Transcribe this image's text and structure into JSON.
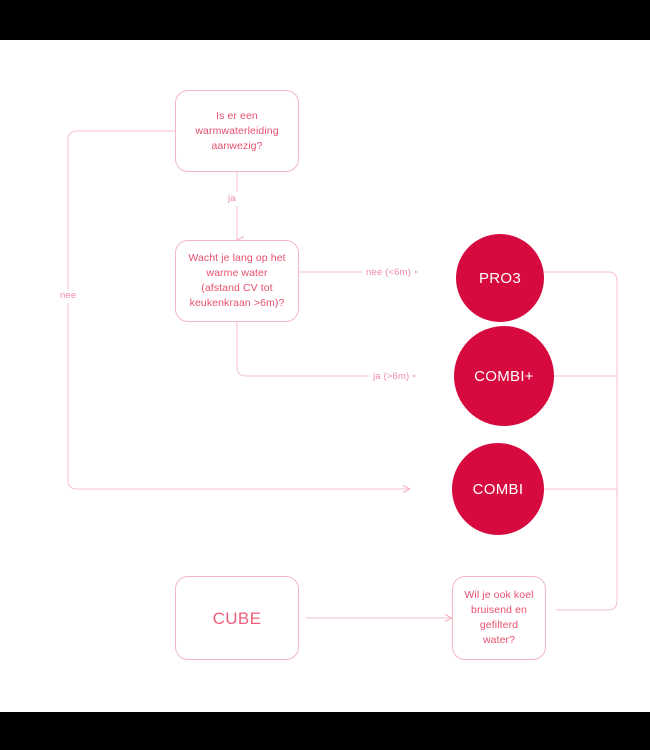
{
  "canvas": {
    "background": "#ffffff",
    "letterbox_color": "#000000",
    "line_color": "#f6c2cd",
    "box_border_color": "#f4b8c4",
    "box_text_color": "#e8506f",
    "circle_fill_color": "#d60a3f",
    "circle_text_color": "#ffffff",
    "label_color": "#f08ba1"
  },
  "nodes": {
    "question_hot_water_line": {
      "kind": "box",
      "text": "Is er een warmwaterleiding aanwezig?",
      "lines": [
        "Is er een",
        "warmwaterleiding",
        "aanwezig?"
      ]
    },
    "question_wait_time": {
      "kind": "box",
      "text": "Wacht je lang op het warme water (afstand CV tot keukenkraan >6m)?",
      "lines": [
        "Wacht je lang op",
        "het warme water",
        "(afstand CV tot",
        "keukenkraan >6m)?"
      ]
    },
    "result_pro3": {
      "kind": "circle",
      "text": "PRO3"
    },
    "result_combi_plus": {
      "kind": "circle",
      "text": "COMBI+"
    },
    "result_combi": {
      "kind": "circle",
      "text": "COMBI"
    },
    "question_sparkling_filtered": {
      "kind": "box",
      "text": "Wil je ook koel bruisend en gefilterd water?",
      "lines": [
        "Wil je ook",
        "koel bruisend",
        "en gefilterd",
        "water?"
      ]
    },
    "result_cube": {
      "kind": "box",
      "text": "CUBE"
    }
  },
  "edge_labels": {
    "yes_to_wait_question": "ja",
    "no_to_combi": "nee",
    "no_under_6m": "nee (<6m)",
    "yes_over_6m": "ja (>6m)"
  }
}
